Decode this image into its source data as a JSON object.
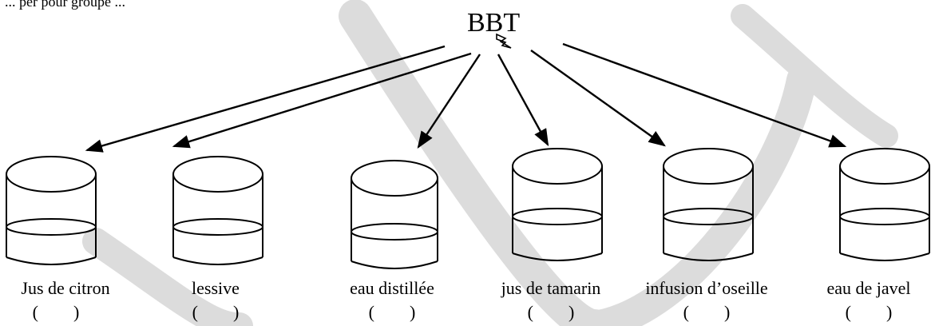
{
  "intro": "... per pour groupe ...",
  "indicator": {
    "name": "BBT",
    "decoration_icon": "lightning-icon"
  },
  "containers": [
    {
      "label": "Jus de citron",
      "answer_blank": "(        )"
    },
    {
      "label": "lessive",
      "answer_blank": "(        )"
    },
    {
      "label": "eau distillée",
      "answer_blank": "(        )"
    },
    {
      "label": "jus de tamarin",
      "answer_blank": "(        )"
    },
    {
      "label": "infusion d’oseille",
      "answer_blank": "(        )"
    },
    {
      "label": "eau de  javel",
      "answer_blank": "(        )"
    }
  ],
  "colors": {
    "line": "#000000",
    "background": "#ffffff",
    "watermark": "#d9d9d9"
  }
}
